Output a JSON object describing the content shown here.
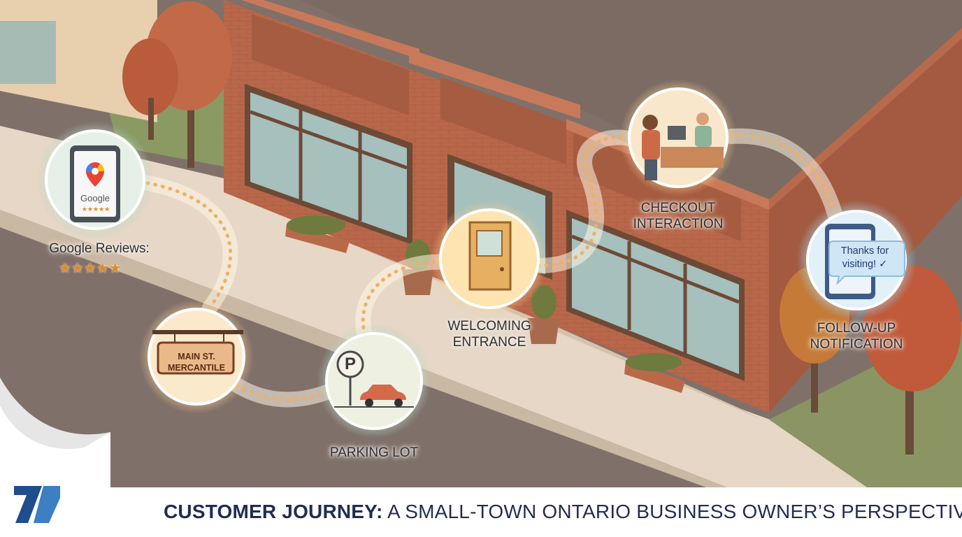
{
  "scene": {
    "touchpoints": [
      {
        "id": "google-reviews",
        "label": "Google Reviews:",
        "rating_stars": 5,
        "phone_brand": "Google"
      },
      {
        "id": "sign",
        "label_lines": [
          "MAIN ST.",
          "MERCANTILE"
        ]
      },
      {
        "id": "parking",
        "label": "PARKING LOT",
        "glyph": "P"
      },
      {
        "id": "entrance",
        "label_lines": [
          "WELCOMING",
          "ENTRANCE"
        ]
      },
      {
        "id": "checkout",
        "label_lines": [
          "CHECKOUT",
          "INTERACTION"
        ]
      },
      {
        "id": "followup",
        "label_lines": [
          "FOLLOW-UP",
          "NOTIFICATION"
        ],
        "bubble_lines": [
          "Thanks for",
          "visiting! ✓"
        ]
      }
    ],
    "stars_text": "★★★★★",
    "phone_stars_text": "★★★★★"
  },
  "footer": {
    "title_bold": "CUSTOMER JOURNEY:",
    "title_rest": " A SMALL-TOWN ONTARIO BUSINESS OWNER’S PERSPECTIVE"
  },
  "colors": {
    "brick": "#b8674a",
    "sidewalk": "#e6d7c6",
    "road": "#83706a",
    "roof": "#7b6b63",
    "brand_navy": "#1f2d55"
  }
}
